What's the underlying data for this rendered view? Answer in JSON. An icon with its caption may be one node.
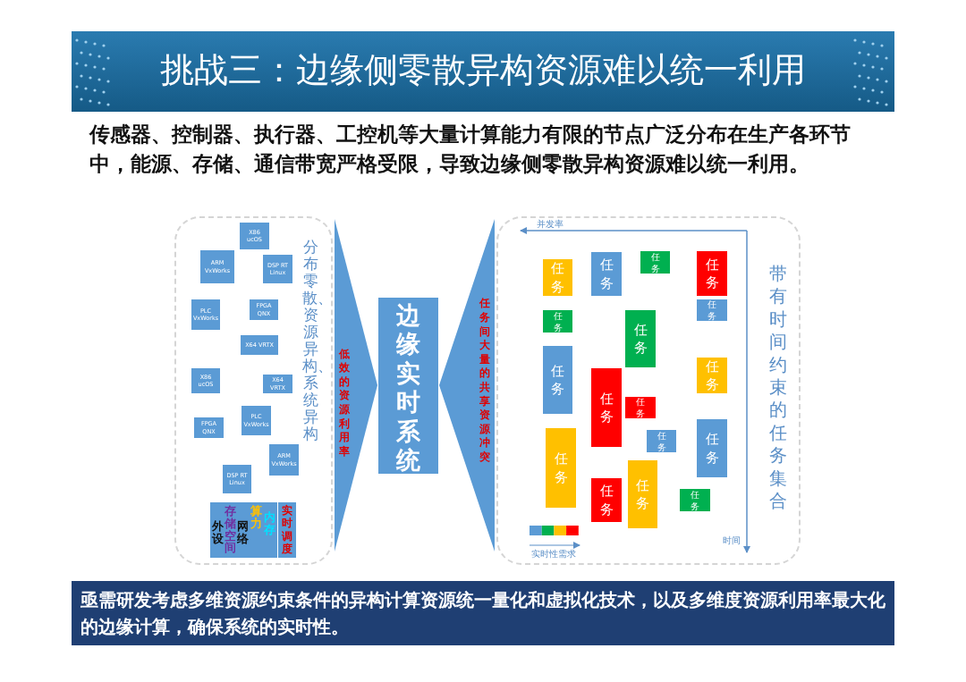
{
  "diagram": {
    "title": "挑战三：边缘侧零散异构资源难以统一利用",
    "caption": "亟需研发考虑多维资源约束条件的异构计算资源统一量化和虚拟化技术，以及多维度资源利用率最大化的边缘计算，确保系统的实时性。",
    "nodes": [
      {
        "text": [
          "分布零散、资源异构、系统异构"
        ]
      },
      {
        "text": [
          "X86 ucOS"
        ],
        "in": 0
      },
      {
        "text": [
          "ARM VxWorks"
        ],
        "in": 0
      },
      {
        "text": [
          "DSP RT Linux"
        ],
        "in": 0
      },
      {
        "text": [
          "PLC VxWorks"
        ],
        "in": 0
      },
      {
        "text": [
          "FPGA QNX"
        ],
        "in": 0
      },
      {
        "text": [
          "X64 VRTX"
        ],
        "in": 0
      },
      {
        "text": [
          "X86 ucOS"
        ],
        "in": 0
      },
      {
        "text": [
          "X64 VRTX"
        ],
        "in": 0
      },
      {
        "text": [
          "PLC VxWorks"
        ],
        "in": 0
      },
      {
        "text": [
          "FPGA QNX"
        ],
        "in": 0
      },
      {
        "text": [
          "ARM VxWorks"
        ],
        "in": 0
      },
      {
        "text": [
          "DSP RT Linux"
        ],
        "in": 0
      },
      {
        "text": [
          "外设",
          "存储空间",
          "网络",
          "算力",
          "内存"
        ],
        "in": 0
      },
      {
        "text": [
          "实时调度"
        ],
        "in": 0
      },
      {
        "text": [
          "边缘实时系统"
        ]
      },
      {
        "text": [
          "带有时间约束的任务集合"
        ]
      },
      {
        "text": [
          "任务"
        ],
        "in": 16
      },
      {
        "text": [
          "任务"
        ],
        "in": 16
      },
      {
        "text": [
          "任务"
        ],
        "in": 16
      },
      {
        "text": [
          "任务"
        ],
        "in": 16
      },
      {
        "text": [
          "任务"
        ],
        "in": 16
      },
      {
        "text": [
          "任务"
        ],
        "in": 16
      },
      {
        "text": [
          "任务"
        ],
        "in": 16
      },
      {
        "text": [
          "任务"
        ],
        "in": 16
      },
      {
        "text": [
          "任务"
        ],
        "in": 16
      },
      {
        "text": [
          "任务"
        ],
        "in": 16
      },
      {
        "text": [
          "任务"
        ],
        "in": 16
      },
      {
        "text": [
          "任务"
        ],
        "in": 16
      },
      {
        "text": [
          "任务"
        ],
        "in": 16
      },
      {
        "text": [
          "任务"
        ],
        "in": 16
      },
      {
        "text": [
          "任务"
        ],
        "in": 16
      },
      {
        "text": [
          "任务"
        ],
        "in": 16
      },
      {
        "text": [
          "任务"
        ],
        "in": 16
      }
    ],
    "edges": [
      {
        "from": 0,
        "to": 15,
        "arrow": "to",
        "label": "低效的资源利用率"
      },
      {
        "from": 16,
        "to": 15,
        "arrow": "to",
        "label": "任务间大量的共享资源冲突"
      }
    ],
    "labels": [
      "传感器、控制器、执行器、工控机等大量计算能力有限的节点广泛分布在生产各环节中，能源、存储、通信带宽严格受限，导致边缘侧零散异构资源难以统一利用。",
      "并发率",
      "时间",
      "实时性需求"
    ]
  }
}
